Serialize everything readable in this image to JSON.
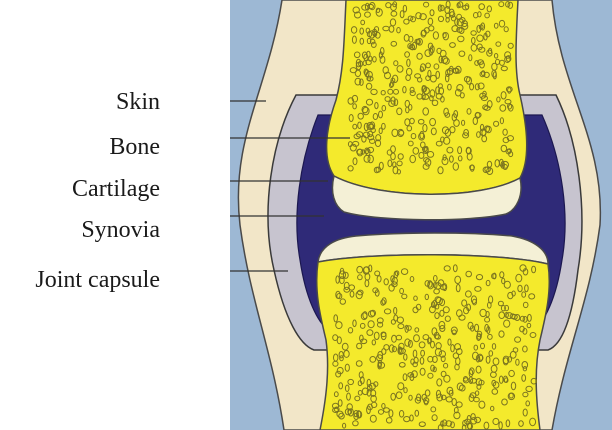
{
  "labels": {
    "skin": "Skin",
    "bone": "Bone",
    "cartilage": "Cartilage",
    "synovia": "Synovia",
    "joint_capsule": "Joint capsule"
  },
  "colors": {
    "background_panel": "#9DB8D4",
    "skin": "#F2E6C8",
    "bone": "#F4EA2C",
    "cartilage": "#F4F0D6",
    "synovia": "#2F2A78",
    "capsule": "#C7C4CF",
    "pores": "#7A7420"
  }
}
